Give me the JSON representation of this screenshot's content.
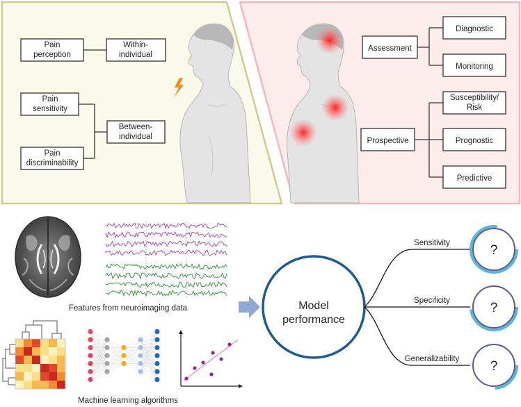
{
  "left_panel": {
    "pain_perception": [
      "Pain",
      "perception"
    ],
    "within_individual": [
      "Within-",
      "individual"
    ],
    "pain_sensitivity": [
      "Pain",
      "sensitivity"
    ],
    "pain_discriminability": [
      "Pain",
      "discriminability"
    ],
    "between_individual": [
      "Between-",
      "individual"
    ]
  },
  "right_panel": {
    "assessment": "Assessment",
    "diagnostic": "Diagnostic",
    "monitoring": "Monitoring",
    "prospective": "Prospective",
    "susceptibility": [
      "Susceptibility/",
      "Risk"
    ],
    "prognostic": "Prognostic",
    "predictive": "Predictive"
  },
  "bottom": {
    "features_caption": "Features from neuroimaging data",
    "ml_caption": "Machine learning algorithms",
    "model_performance": [
      "Model",
      "performance"
    ],
    "metrics": [
      {
        "label": "Sensitivity",
        "value": "?"
      },
      {
        "label": "Specificity",
        "value": "?"
      },
      {
        "label": "Generalizability",
        "value": "?"
      }
    ]
  },
  "colors": {
    "left_bg": "#fafaea",
    "left_border": "#c9cd8f",
    "right_bg": "#fdecec",
    "right_border": "#f3b8bd",
    "model_circle": "#1f5b8a",
    "metric_ring_outer": "#5bb6d8",
    "metric_ring_inner": "#5a5a8c",
    "arrow": "#8fa9d3",
    "lightning": "#f28c1a",
    "pain_red": "#ff2020"
  }
}
